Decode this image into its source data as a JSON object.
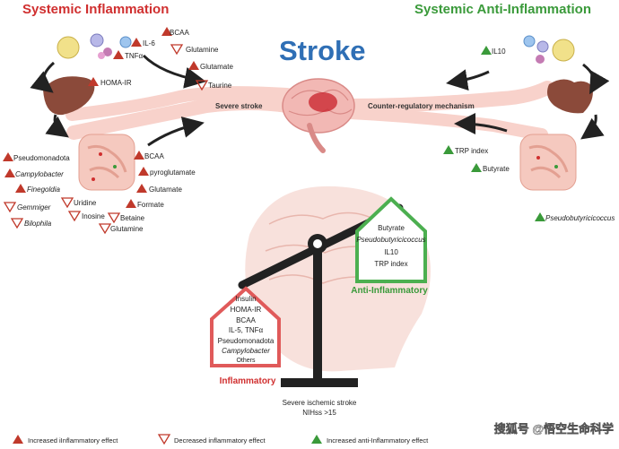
{
  "titles": {
    "left": "Systemic Inflammation",
    "right": "Systemic Anti-Inflammation",
    "center": "Stroke"
  },
  "connectors": {
    "left": "Severe stroke",
    "right": "Counter-regulatory mechanism"
  },
  "colors": {
    "inflammation_red": "#d02f2f",
    "anti_green": "#3a9a3a",
    "stroke_blue": "#2f6fb5",
    "tube_pink": "#f8d2cb"
  },
  "left_top_markers": [
    {
      "label": "IL-6",
      "marker": "increased"
    },
    {
      "label": "TNFα",
      "marker": "increased"
    },
    {
      "label": "HOMA-IR",
      "marker": "increased"
    },
    {
      "label": "BCAA",
      "marker": "increased"
    },
    {
      "label": "Glutamine",
      "marker": "decreased"
    },
    {
      "label": "Glutamate",
      "marker": "increased"
    },
    {
      "label": "Taurine",
      "marker": "decreased"
    }
  ],
  "left_gut_markers": [
    {
      "label": "Pseudomonadota",
      "marker": "increased",
      "italic": false
    },
    {
      "label": "Campylobacter",
      "marker": "increased",
      "italic": true
    },
    {
      "label": "Finegoldia",
      "marker": "increased",
      "italic": true
    },
    {
      "label": "Gemmiger",
      "marker": "decreased",
      "italic": true
    },
    {
      "label": "Bilophila",
      "marker": "decreased",
      "italic": true
    },
    {
      "label": "Uridine",
      "marker": "decreased",
      "italic": false
    },
    {
      "label": "Inosine",
      "marker": "decreased",
      "italic": false
    },
    {
      "label": "Betaine",
      "marker": "decreased",
      "italic": false
    },
    {
      "label": "Glutamine",
      "marker": "decreased",
      "italic": false
    },
    {
      "label": "BCAA",
      "marker": "increased",
      "italic": false
    },
    {
      "label": "pyroglutamate",
      "marker": "increased",
      "italic": false
    },
    {
      "label": "Glutamate",
      "marker": "increased",
      "italic": false
    },
    {
      "label": "Formate",
      "marker": "increased",
      "italic": false
    }
  ],
  "right_markers": [
    {
      "label": "IL10",
      "marker": "anti",
      "italic": false
    },
    {
      "label": "TRP index",
      "marker": "anti",
      "italic": false
    },
    {
      "label": "Butyrate",
      "marker": "anti",
      "italic": false
    },
    {
      "label": "Pseudobutyricicoccus",
      "marker": "anti",
      "italic": true
    }
  ],
  "anti_pan": {
    "title": "Anti-Inflammatory",
    "items": [
      {
        "text": "Butyrate",
        "italic": false
      },
      {
        "text": "Pseudobutyricicoccus",
        "italic": true
      },
      {
        "text": "IL10",
        "italic": false
      },
      {
        "text": "TRP index",
        "italic": false
      }
    ]
  },
  "infl_pan": {
    "title": "Inflammatory",
    "items": [
      {
        "text": "Insulin",
        "italic": false
      },
      {
        "text": "HOMA-IR",
        "italic": false
      },
      {
        "text": "BCAA",
        "italic": false
      },
      {
        "text": "IL-5, TNFα",
        "italic": false
      },
      {
        "text": "Pseudomonadota",
        "italic": false
      },
      {
        "text": "Campylobacter",
        "italic": true
      },
      {
        "text": "Others",
        "italic": false
      }
    ]
  },
  "scale_base": {
    "line1": "Severe ischemic stroke",
    "line2": "NIHss >15"
  },
  "legend": [
    {
      "label": "Increased iInflammatory effect",
      "marker": "increased"
    },
    {
      "label": "Decreased inflammatory effect",
      "marker": "decreased"
    },
    {
      "label": "Increased anti-Inflammatory effect",
      "marker": "anti"
    }
  ],
  "watermark": "搜狐号 @悟空生命科学"
}
